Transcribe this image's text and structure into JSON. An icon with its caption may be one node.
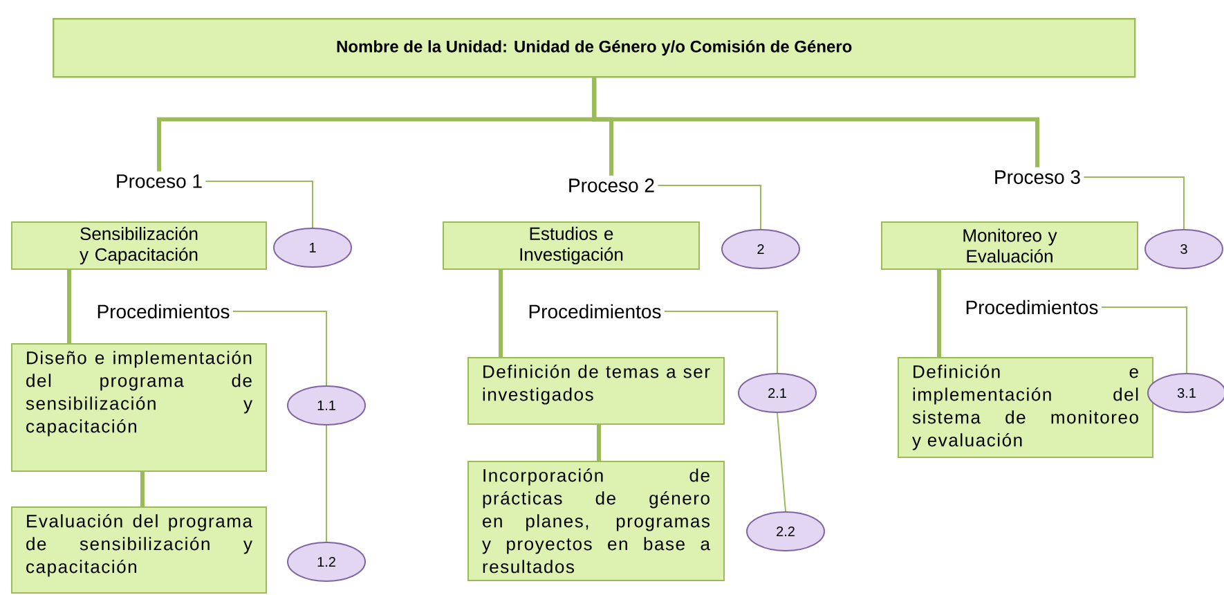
{
  "diagram": {
    "nodes": [
      {
        "text": [
          "Nombre de la Unidad: Unidad de Género y/o Comisión de Género"
        ]
      },
      {
        "text": [
          "Proceso 1"
        ]
      },
      {
        "text": [
          "Sensibilización y Capacitación"
        ]
      },
      {
        "text": [
          "1"
        ]
      },
      {
        "text": [
          "Procedimientos"
        ]
      },
      {
        "text": [
          "Diseño e implementación del programa de sensibilización y capacitación"
        ]
      },
      {
        "text": [
          "1.1"
        ]
      },
      {
        "text": [
          "Evaluación del programa de sensibilización y capacitación"
        ]
      },
      {
        "text": [
          "1.2"
        ]
      },
      {
        "text": [
          "Proceso 2"
        ]
      },
      {
        "text": [
          "Estudios e Investigación"
        ]
      },
      {
        "text": [
          "2"
        ]
      },
      {
        "text": [
          "Procedimientos"
        ]
      },
      {
        "text": [
          "Definición de temas a ser investigados"
        ]
      },
      {
        "text": [
          "2.1"
        ]
      },
      {
        "text": [
          "Incorporación de prácticas de género en planes, programas y proyectos en base a resultados"
        ]
      },
      {
        "text": [
          "2.2"
        ]
      },
      {
        "text": [
          "Proceso 3"
        ]
      },
      {
        "text": [
          "Monitoreo y Evaluación"
        ]
      },
      {
        "text": [
          "3"
        ]
      },
      {
        "text": [
          "Procedimientos"
        ]
      },
      {
        "text": [
          "Definición e implementación del sistema de monitoreo y evaluación"
        ]
      },
      {
        "text": [
          "3.1"
        ]
      }
    ],
    "edges": [
      {
        "from": 0,
        "to": 1,
        "arrow": "none",
        "style": "thick"
      },
      {
        "from": 0,
        "to": 9,
        "arrow": "none",
        "style": "thick"
      },
      {
        "from": 0,
        "to": 17,
        "arrow": "none",
        "style": "thick"
      },
      {
        "from": 1,
        "to": 3,
        "arrow": "none"
      },
      {
        "from": 2,
        "to": 5,
        "arrow": "none",
        "style": "thick"
      },
      {
        "from": 4,
        "to": 6,
        "arrow": "none"
      },
      {
        "from": 5,
        "to": 7,
        "arrow": "none",
        "style": "thick"
      },
      {
        "from": 6,
        "to": 8,
        "arrow": "none"
      },
      {
        "from": 9,
        "to": 11,
        "arrow": "none"
      },
      {
        "from": 10,
        "to": 13,
        "arrow": "none",
        "style": "thick"
      },
      {
        "from": 12,
        "to": 14,
        "arrow": "none"
      },
      {
        "from": 13,
        "to": 15,
        "arrow": "none",
        "style": "thick"
      },
      {
        "from": 14,
        "to": 16,
        "arrow": "none"
      },
      {
        "from": 17,
        "to": 19,
        "arrow": "none"
      },
      {
        "from": 18,
        "to": 21,
        "arrow": "none",
        "style": "thick"
      },
      {
        "from": 20,
        "to": 22,
        "arrow": "none"
      }
    ]
  }
}
